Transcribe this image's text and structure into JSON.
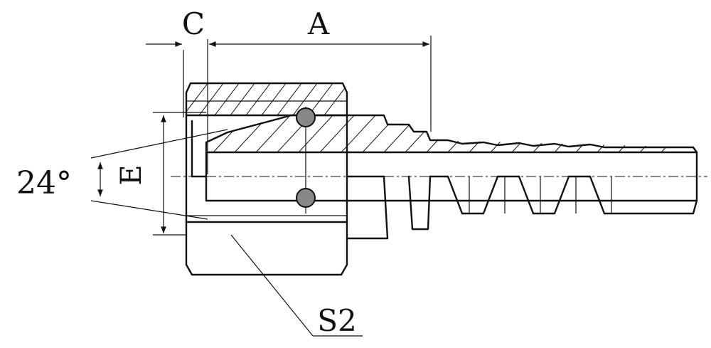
{
  "labels": {
    "dim_c": "C",
    "dim_a": "A",
    "dim_e": "E",
    "angle": "24°",
    "dim_s2": "S2"
  },
  "colors": {
    "line": "#111111",
    "background": "#ffffff"
  }
}
